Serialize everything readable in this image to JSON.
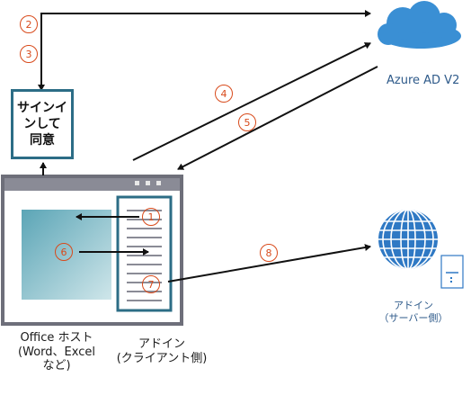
{
  "nodes": {
    "signin_lines": [
      "サインイ",
      "ンして",
      "同意"
    ],
    "azure": "Azure AD V2",
    "server_lines": [
      "アドイン",
      "（サーバー側）"
    ],
    "office_lines": [
      "Office ホスト",
      "(Word、Excel",
      "など)"
    ],
    "addin_client_lines": [
      "アドイン",
      "(クライアント側)"
    ]
  },
  "steps": [
    "1",
    "2",
    "3",
    "4",
    "5",
    "6",
    "7",
    "8"
  ],
  "colors": {
    "box_border": "#2c6d86",
    "step": "#d84a1b",
    "cloud": "#3a8fd4",
    "globe": "#2f79c4",
    "window": "#6e6f7a"
  }
}
